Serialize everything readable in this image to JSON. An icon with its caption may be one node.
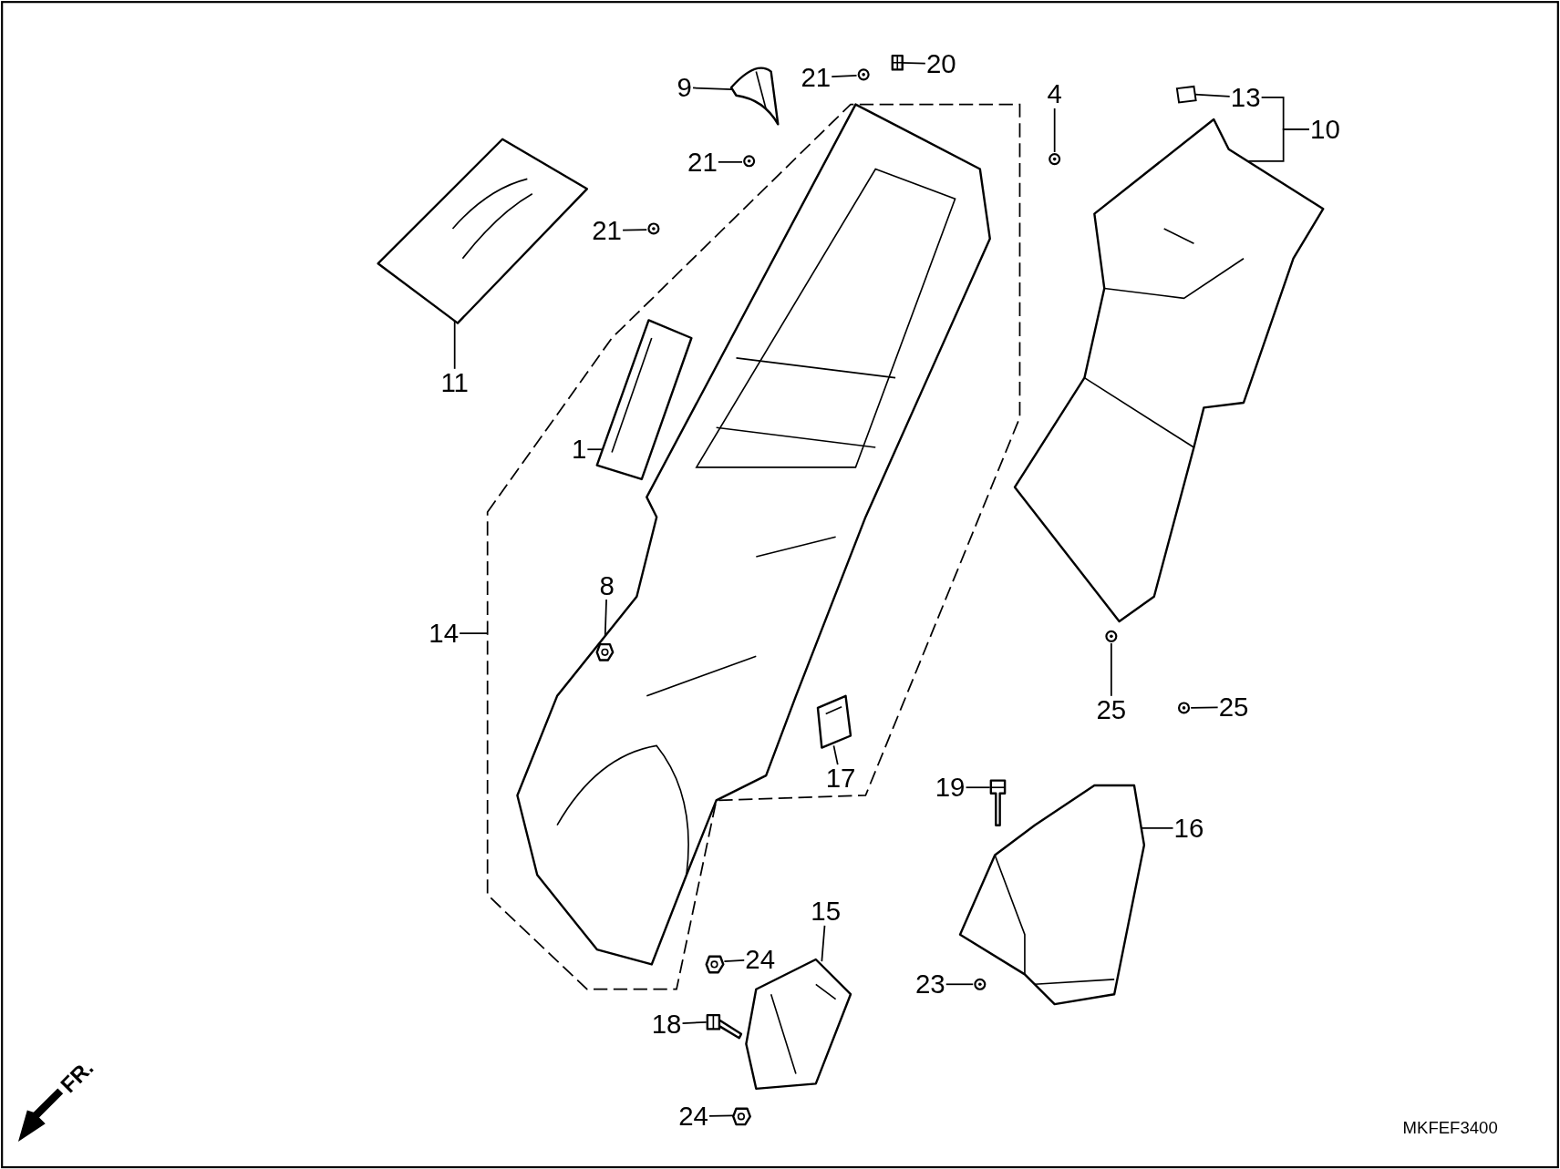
{
  "diagram": {
    "nodes": [
      {
        "text": [],
        "shape": "picture",
        "in": 22
      },
      {
        "text": [
          "1"
        ],
        "in": 22
      },
      {
        "text": [],
        "shape": "picture",
        "in": 22
      },
      {
        "text": [
          "11"
        ]
      },
      {
        "text": [],
        "shape": "picture"
      },
      {
        "text": [
          "9"
        ]
      },
      {
        "text": [],
        "shape": "picture"
      },
      {
        "text": [
          "21"
        ]
      },
      {
        "text": [],
        "shape": "circle"
      },
      {
        "text": [
          "20"
        ]
      },
      {
        "text": [],
        "shape": "picture"
      },
      {
        "text": [
          "21"
        ]
      },
      {
        "text": [],
        "shape": "circle"
      },
      {
        "text": [
          "21"
        ]
      },
      {
        "text": [],
        "shape": "circle"
      },
      {
        "text": [
          "4"
        ]
      },
      {
        "text": [],
        "shape": "circle"
      },
      {
        "text": [
          "13"
        ]
      },
      {
        "text": [],
        "shape": "box"
      },
      {
        "text": [
          "10"
        ]
      },
      {
        "text": [],
        "shape": "picture"
      },
      {
        "text": [
          "14"
        ]
      },
      {
        "text": [],
        "shape": "box"
      },
      {
        "text": [
          "8"
        ],
        "in": 22
      },
      {
        "text": [],
        "shape": "picture",
        "in": 0
      },
      {
        "text": [
          "17"
        ],
        "in": 22
      },
      {
        "text": [],
        "shape": "picture",
        "in": 22
      },
      {
        "text": [
          "25"
        ]
      },
      {
        "text": [],
        "shape": "circle"
      },
      {
        "text": [
          "25"
        ]
      },
      {
        "text": [],
        "shape": "circle"
      },
      {
        "text": [
          "19"
        ]
      },
      {
        "text": [],
        "shape": "picture"
      },
      {
        "text": [
          "16"
        ]
      },
      {
        "text": [],
        "shape": "picture"
      },
      {
        "text": [
          "23"
        ]
      },
      {
        "text": [],
        "shape": "circle"
      },
      {
        "text": [
          "15"
        ]
      },
      {
        "text": [],
        "shape": "picture"
      },
      {
        "text": [
          "18"
        ]
      },
      {
        "text": [],
        "shape": "picture"
      },
      {
        "text": [
          "24"
        ]
      },
      {
        "text": [],
        "shape": "picture"
      },
      {
        "text": [
          "24"
        ]
      },
      {
        "text": [],
        "shape": "picture"
      }
    ],
    "edges": [
      {
        "from": 1,
        "to": 2,
        "arrow": "none"
      },
      {
        "from": 3,
        "to": 4,
        "arrow": "none"
      },
      {
        "from": 5,
        "to": 6,
        "arrow": "none"
      },
      {
        "from": 7,
        "to": 8,
        "arrow": "none"
      },
      {
        "from": 9,
        "to": 10,
        "arrow": "none"
      },
      {
        "from": 11,
        "to": 12,
        "arrow": "none"
      },
      {
        "from": 13,
        "to": 14,
        "arrow": "none"
      },
      {
        "from": 15,
        "to": 16,
        "arrow": "none"
      },
      {
        "from": 17,
        "to": 18,
        "arrow": "none"
      },
      {
        "from": 19,
        "to": 20,
        "arrow": "none"
      },
      {
        "from": 19,
        "to": 17,
        "arrow": "none"
      },
      {
        "from": 21,
        "to": 22,
        "arrow": "none"
      },
      {
        "from": 23,
        "to": 24,
        "arrow": "none"
      },
      {
        "from": 25,
        "to": 26,
        "arrow": "none"
      },
      {
        "from": 27,
        "to": 28,
        "arrow": "none"
      },
      {
        "from": 29,
        "to": 30,
        "arrow": "none"
      },
      {
        "from": 31,
        "to": 32,
        "arrow": "none"
      },
      {
        "from": 33,
        "to": 34,
        "arrow": "none"
      },
      {
        "from": 35,
        "to": 36,
        "arrow": "none"
      },
      {
        "from": 37,
        "to": 38,
        "arrow": "none"
      },
      {
        "from": 39,
        "to": 40,
        "arrow": "none"
      },
      {
        "from": 41,
        "to": 42,
        "arrow": "none"
      },
      {
        "from": 43,
        "to": 44,
        "arrow": "none"
      }
    ],
    "labels": [
      "FR.",
      "MKFEF3400"
    ]
  }
}
